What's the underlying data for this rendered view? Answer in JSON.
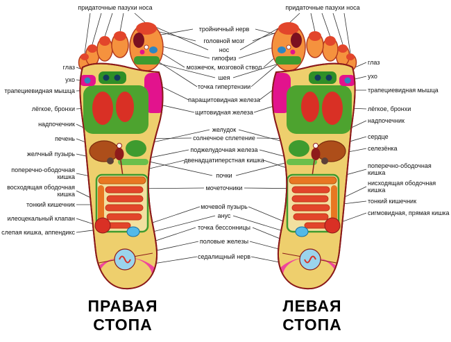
{
  "top_labels": {
    "sinuses_left": "придаточные пазухи носа",
    "sinuses_right": "придаточные пазухи носа"
  },
  "labels": {
    "left": [
      "глаз",
      "ухо",
      "трапециевидная мышца",
      "лёгкое, бронхи",
      "надпочечник",
      "печень",
      "желчный пузырь",
      "поперечно-ободочная кишка",
      "восходящая ободочная кишка",
      "тонкий кишечник",
      "илеоцекальный клапан",
      "слепая кишка, аппендикс"
    ],
    "center": [
      "тройничный нерв",
      "головной мозг",
      "нос",
      "гипофиз",
      "мозжечок, мозговой ствол",
      "шея",
      "точка гипертензии",
      "паращитовидная железа",
      "щитовидная железа",
      "желудок",
      "солнечное сплетение",
      "поджелудочная железа",
      "двенадцатиперстная кишка",
      "почки",
      "мочеточники",
      "мочевой пузырь",
      "анус",
      "точка бессонницы",
      "половые железы",
      "седалищный нерв"
    ],
    "right": [
      "глаз",
      "ухо",
      "трапециевидная мышца",
      "лёгкое, бронхи",
      "надпочечник",
      "сердце",
      "селезёнка",
      "поперечно-ободочная кишка",
      "нисходящая ободочная кишка",
      "тонкий кишечник",
      "сигмовидная, прямая кишка"
    ]
  },
  "titles": {
    "right_foot": "ПРАВАЯ СТОПА",
    "left_foot": "ЛЕВАЯ СТОПА"
  },
  "palette": {
    "foot_base": "#eecf6d",
    "outline": "#8b1a1a",
    "toe_orange": "#f5923e",
    "toe_tip_red": "#e2452b",
    "zone_green": "#4da32f",
    "zone_magenta": "#e2138d",
    "organ_red": "#d93025",
    "liver_brown": "#ad4e1a",
    "intestine_bg": "#f2e0a0",
    "bladder_blue": "#53b9e8",
    "heel_pink": "#f0479c"
  }
}
